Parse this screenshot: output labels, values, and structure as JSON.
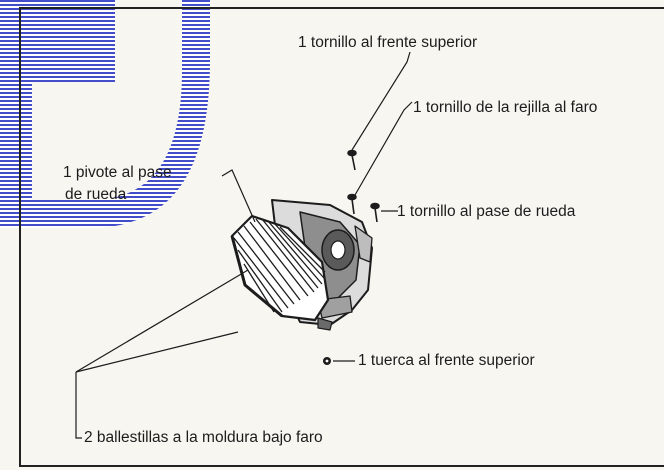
{
  "labels": {
    "top_screw": "1 tornillo al frente superior",
    "grille_screw": "1 tornillo de la rejilla al faro",
    "pivot_line1": "1 pivote al pase",
    "pivot_line2": "de rueda",
    "wheel_screw": "1 tornillo al pase de rueda",
    "nut": "1 tuerca al frente superior",
    "clips": "2 ballestillas a la moldura bajo faro"
  },
  "colors": {
    "background": "#f7f6f1",
    "frame": "#222222",
    "ink": "#1c1c1c",
    "watermark_blue": "#3a44c8"
  }
}
